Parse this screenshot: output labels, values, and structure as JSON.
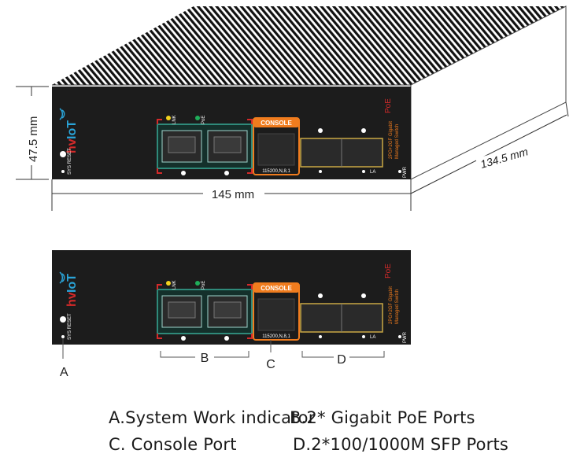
{
  "dimensions": {
    "height": "47.5 mm",
    "width": "145 mm",
    "depth": "134.5 mm"
  },
  "device": {
    "brand_prefix": "hv",
    "brand_suffix": "IoT",
    "side_label_line1": "SYS RESET",
    "led_link_label": "LNK",
    "led_poe_label": "PoE",
    "console_label": "CONSOLE",
    "console_params": "115200,N,8,1",
    "model_line1": "2PG+2GF Gigabit",
    "model_line2": "Managed Switch",
    "poe_badge": "PoE",
    "pwr_label": "PWR",
    "sfp_mark": "LA"
  },
  "callouts": {
    "a": "A",
    "b": "B",
    "c": "C",
    "d": "D"
  },
  "legend": {
    "a": "A.System Work indicator",
    "b": "B.2* Gigabit PoE Ports",
    "c": "C. Console Port",
    "d": "D.2*100/1000M SFP Ports"
  },
  "colors": {
    "panel": "#1c1c1c",
    "console_orange": "#f07c1e",
    "port_green": "#2f8a7a",
    "led_yellow": "#f2d21e",
    "led_green": "#1fae5a",
    "accent_red": "#d42a2a"
  }
}
